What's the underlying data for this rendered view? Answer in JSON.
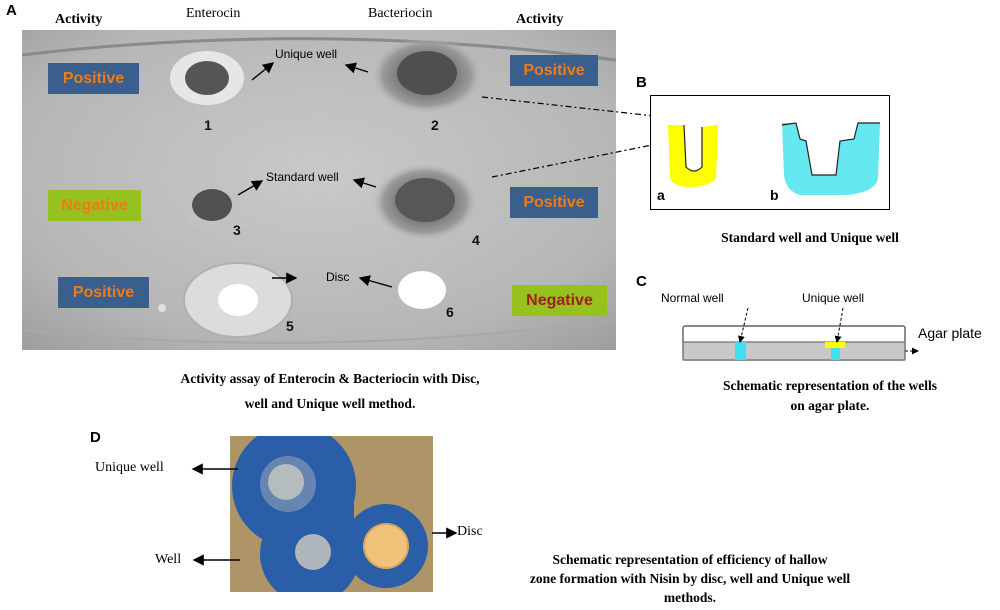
{
  "panels": {
    "a": "A",
    "b": "B",
    "c": "C",
    "d": "D"
  },
  "panel_a": {
    "headers": {
      "activity_left": "Activity",
      "enterocin": "Enterocin",
      "bacteriocin": "Bacteriocin",
      "activity_right": "Activity"
    },
    "badges": [
      {
        "text": "Positive",
        "style": "blue"
      },
      {
        "text": "Positive",
        "style": "blue"
      },
      {
        "text": "Negative",
        "style": "green"
      },
      {
        "text": "Positive",
        "style": "blue"
      },
      {
        "text": "Positive",
        "style": "blue"
      },
      {
        "text": "Negative",
        "style": "green-dark"
      }
    ],
    "well_numbers": [
      "1",
      "2",
      "3",
      "4",
      "5",
      "6"
    ],
    "labels": {
      "unique_well": "Unique well",
      "standard_well": "Standard well",
      "disc": "Disc"
    },
    "caption_line1": "Activity assay of Enterocin & Bacteriocin with Disc,",
    "caption_line2": "well and Unique well method."
  },
  "panel_b": {
    "sub_a": "a",
    "sub_b": "b",
    "caption": "Standard well and Unique well",
    "colors": {
      "standard": "#ffff00",
      "unique": "#66e8f0"
    }
  },
  "panel_c": {
    "normal_well": "Normal well",
    "unique_well": "Unique well",
    "agar_plate": "Agar plate",
    "caption_line1": "Schematic representation of the wells",
    "caption_line2": "on agar plate."
  },
  "panel_d": {
    "unique_well": "Unique well",
    "well": "Well",
    "disc": "Disc",
    "caption_line1": "Schematic representation of efficiency of hallow",
    "caption_line2": "zone formation with Nisin by disc, well and Unique well",
    "caption_line3": "methods."
  }
}
